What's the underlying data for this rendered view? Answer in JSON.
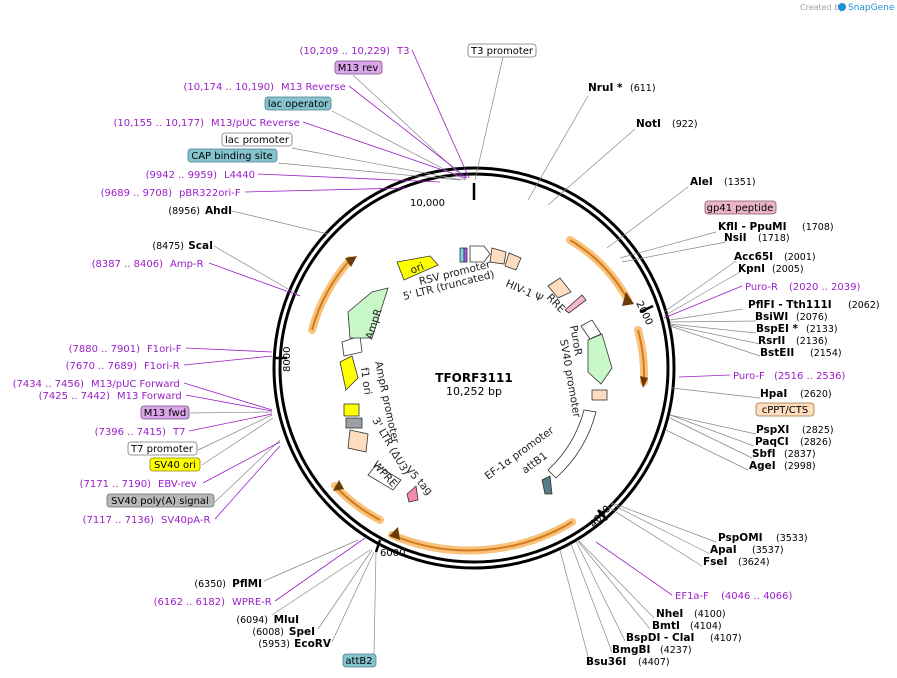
{
  "credit": {
    "prefix": "Created by",
    "brand": "SnapGene"
  },
  "plasmid": {
    "name": "TFORF3111",
    "size_label": "10,252 bp"
  },
  "colors": {
    "enzyme_line": "#555555",
    "primer": "#9a1ec8",
    "orange_arrow": "#f7a420",
    "ring": "#000000"
  },
  "ticks": [
    {
      "text": "10,000"
    },
    {
      "text": "2000"
    },
    {
      "text": "4000"
    },
    {
      "text": "6000"
    },
    {
      "text": "8000"
    }
  ],
  "enzymes_right": [
    {
      "name": "NruI *",
      "pos": "(611)"
    },
    {
      "name": "NotI",
      "pos": "(922)"
    },
    {
      "name": "AleI",
      "pos": "(1351)"
    },
    {
      "name": "KflI  - PpuMI",
      "pos": "(1708)"
    },
    {
      "name": "NsiI",
      "pos": "(1718)"
    },
    {
      "name": "Acc65I",
      "pos": "(2001)"
    },
    {
      "name": "KpnI",
      "pos": "(2005)"
    },
    {
      "name": "PflFI  - Tth111I",
      "pos": "(2062)"
    },
    {
      "name": "BsiWI",
      "pos": "(2076)"
    },
    {
      "name": "BspEI *",
      "pos": "(2133)"
    },
    {
      "name": "RsrII",
      "pos": "(2136)"
    },
    {
      "name": "BstEII",
      "pos": "(2154)"
    },
    {
      "name": "HpaI",
      "pos": "(2620)"
    },
    {
      "name": "PspXI",
      "pos": "(2825)"
    },
    {
      "name": "PaqCI",
      "pos": "(2826)"
    },
    {
      "name": "SbfI",
      "pos": "(2837)"
    },
    {
      "name": "AgeI",
      "pos": "(2998)"
    },
    {
      "name": "PspOMI",
      "pos": "(3533)"
    },
    {
      "name": "ApaI",
      "pos": "(3537)"
    },
    {
      "name": "FseI",
      "pos": "(3624)"
    },
    {
      "name": "NheI",
      "pos": "(4100)"
    },
    {
      "name": "BmtI",
      "pos": "(4104)"
    },
    {
      "name": "BspDI  - ClaI",
      "pos": "(4107)"
    },
    {
      "name": "BmgBI",
      "pos": "(4237)"
    },
    {
      "name": "Bsu36I",
      "pos": "(4407)"
    }
  ],
  "enzymes_left": [
    {
      "name": "AhdI",
      "pos": "(8956)"
    },
    {
      "name": "ScaI",
      "pos": "(8475)"
    },
    {
      "name": "PflMI",
      "pos": "(6350)"
    },
    {
      "name": "MluI",
      "pos": "(6094)"
    },
    {
      "name": "SpeI",
      "pos": "(6008)"
    },
    {
      "name": "EcoRV",
      "pos": "(5953)"
    }
  ],
  "primers": [
    {
      "name": "T3",
      "pos": "(10,209 .. 10,229)"
    },
    {
      "name": "M13 Reverse",
      "pos": "(10,174 .. 10,190)"
    },
    {
      "name": "M13/pUC Reverse",
      "pos": "(10,155 .. 10,177)"
    },
    {
      "name": "L4440",
      "pos": "(9942 .. 9959)"
    },
    {
      "name": "pBR322ori-F",
      "pos": "(9689 .. 9708)"
    },
    {
      "name": "Amp-R",
      "pos": "(8387 .. 8406)"
    },
    {
      "name": "F1ori-F",
      "pos": "(7880 .. 7901)"
    },
    {
      "name": "F1ori-R",
      "pos": "(7670 .. 7689)"
    },
    {
      "name": "M13/pUC Forward",
      "pos": "(7434 .. 7456)"
    },
    {
      "name": "M13 Forward",
      "pos": "(7425 .. 7442)"
    },
    {
      "name": "T7",
      "pos": "(7396 .. 7415)"
    },
    {
      "name": "EBV-rev",
      "pos": "(7171 .. 7190)"
    },
    {
      "name": "SV40pA-R",
      "pos": "(7117 .. 7136)"
    },
    {
      "name": "WPRE-R",
      "pos": "(6162 .. 6182)"
    },
    {
      "name": "Puro-R",
      "pos": "(2020 .. 2039)"
    },
    {
      "name": "Puro-F",
      "pos": "(2516 .. 2536)"
    },
    {
      "name": "EF1a-F",
      "pos": "(4046 .. 4066)"
    }
  ],
  "boxes": [
    {
      "text": "T3 promoter"
    },
    {
      "text": "M13 rev"
    },
    {
      "text": "lac operator"
    },
    {
      "text": "lac promoter"
    },
    {
      "text": "CAP binding site"
    },
    {
      "text": "gp41 peptide"
    },
    {
      "text": "cPPT/CTS"
    },
    {
      "text": "M13 fwd"
    },
    {
      "text": "T7 promoter"
    },
    {
      "text": "SV40 ori"
    },
    {
      "text": "SV40 poly(A) signal"
    },
    {
      "text": "attB2"
    }
  ],
  "features": [
    {
      "text": "ori"
    },
    {
      "text": "RSV promoter"
    },
    {
      "text": "5' LTR (truncated)"
    },
    {
      "text": "HIV-1 Ψ"
    },
    {
      "text": "RRE"
    },
    {
      "text": "PuroR"
    },
    {
      "text": "SV40 promoter"
    },
    {
      "text": "EF-1α promoter"
    },
    {
      "text": "attB1"
    },
    {
      "text": "V5 tag"
    },
    {
      "text": "WPRE"
    },
    {
      "text": "3' LTR (ΔU3)"
    },
    {
      "text": "f1 ori"
    },
    {
      "text": "AmpR promoter"
    },
    {
      "text": "AmpR"
    }
  ]
}
